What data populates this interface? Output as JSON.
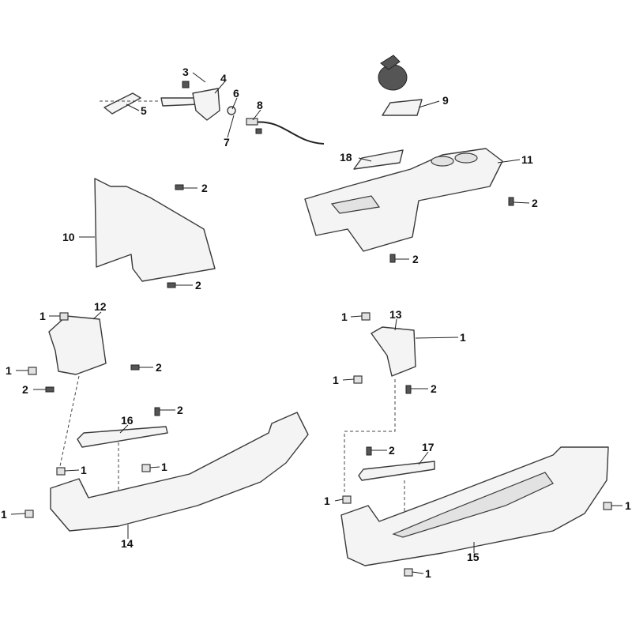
{
  "diagram": {
    "type": "exploded parts diagram",
    "callouts": [
      "3",
      "4",
      "6",
      "8",
      "5",
      "7",
      "9",
      "18",
      "11",
      "2",
      "2",
      "10",
      "2",
      "2",
      "12",
      "1",
      "1",
      "2",
      "2",
      "16",
      "2",
      "1",
      "1",
      "1",
      "14",
      "13",
      "1",
      "1",
      "1",
      "2",
      "2",
      "17",
      "1",
      "1",
      "15",
      "1"
    ]
  }
}
